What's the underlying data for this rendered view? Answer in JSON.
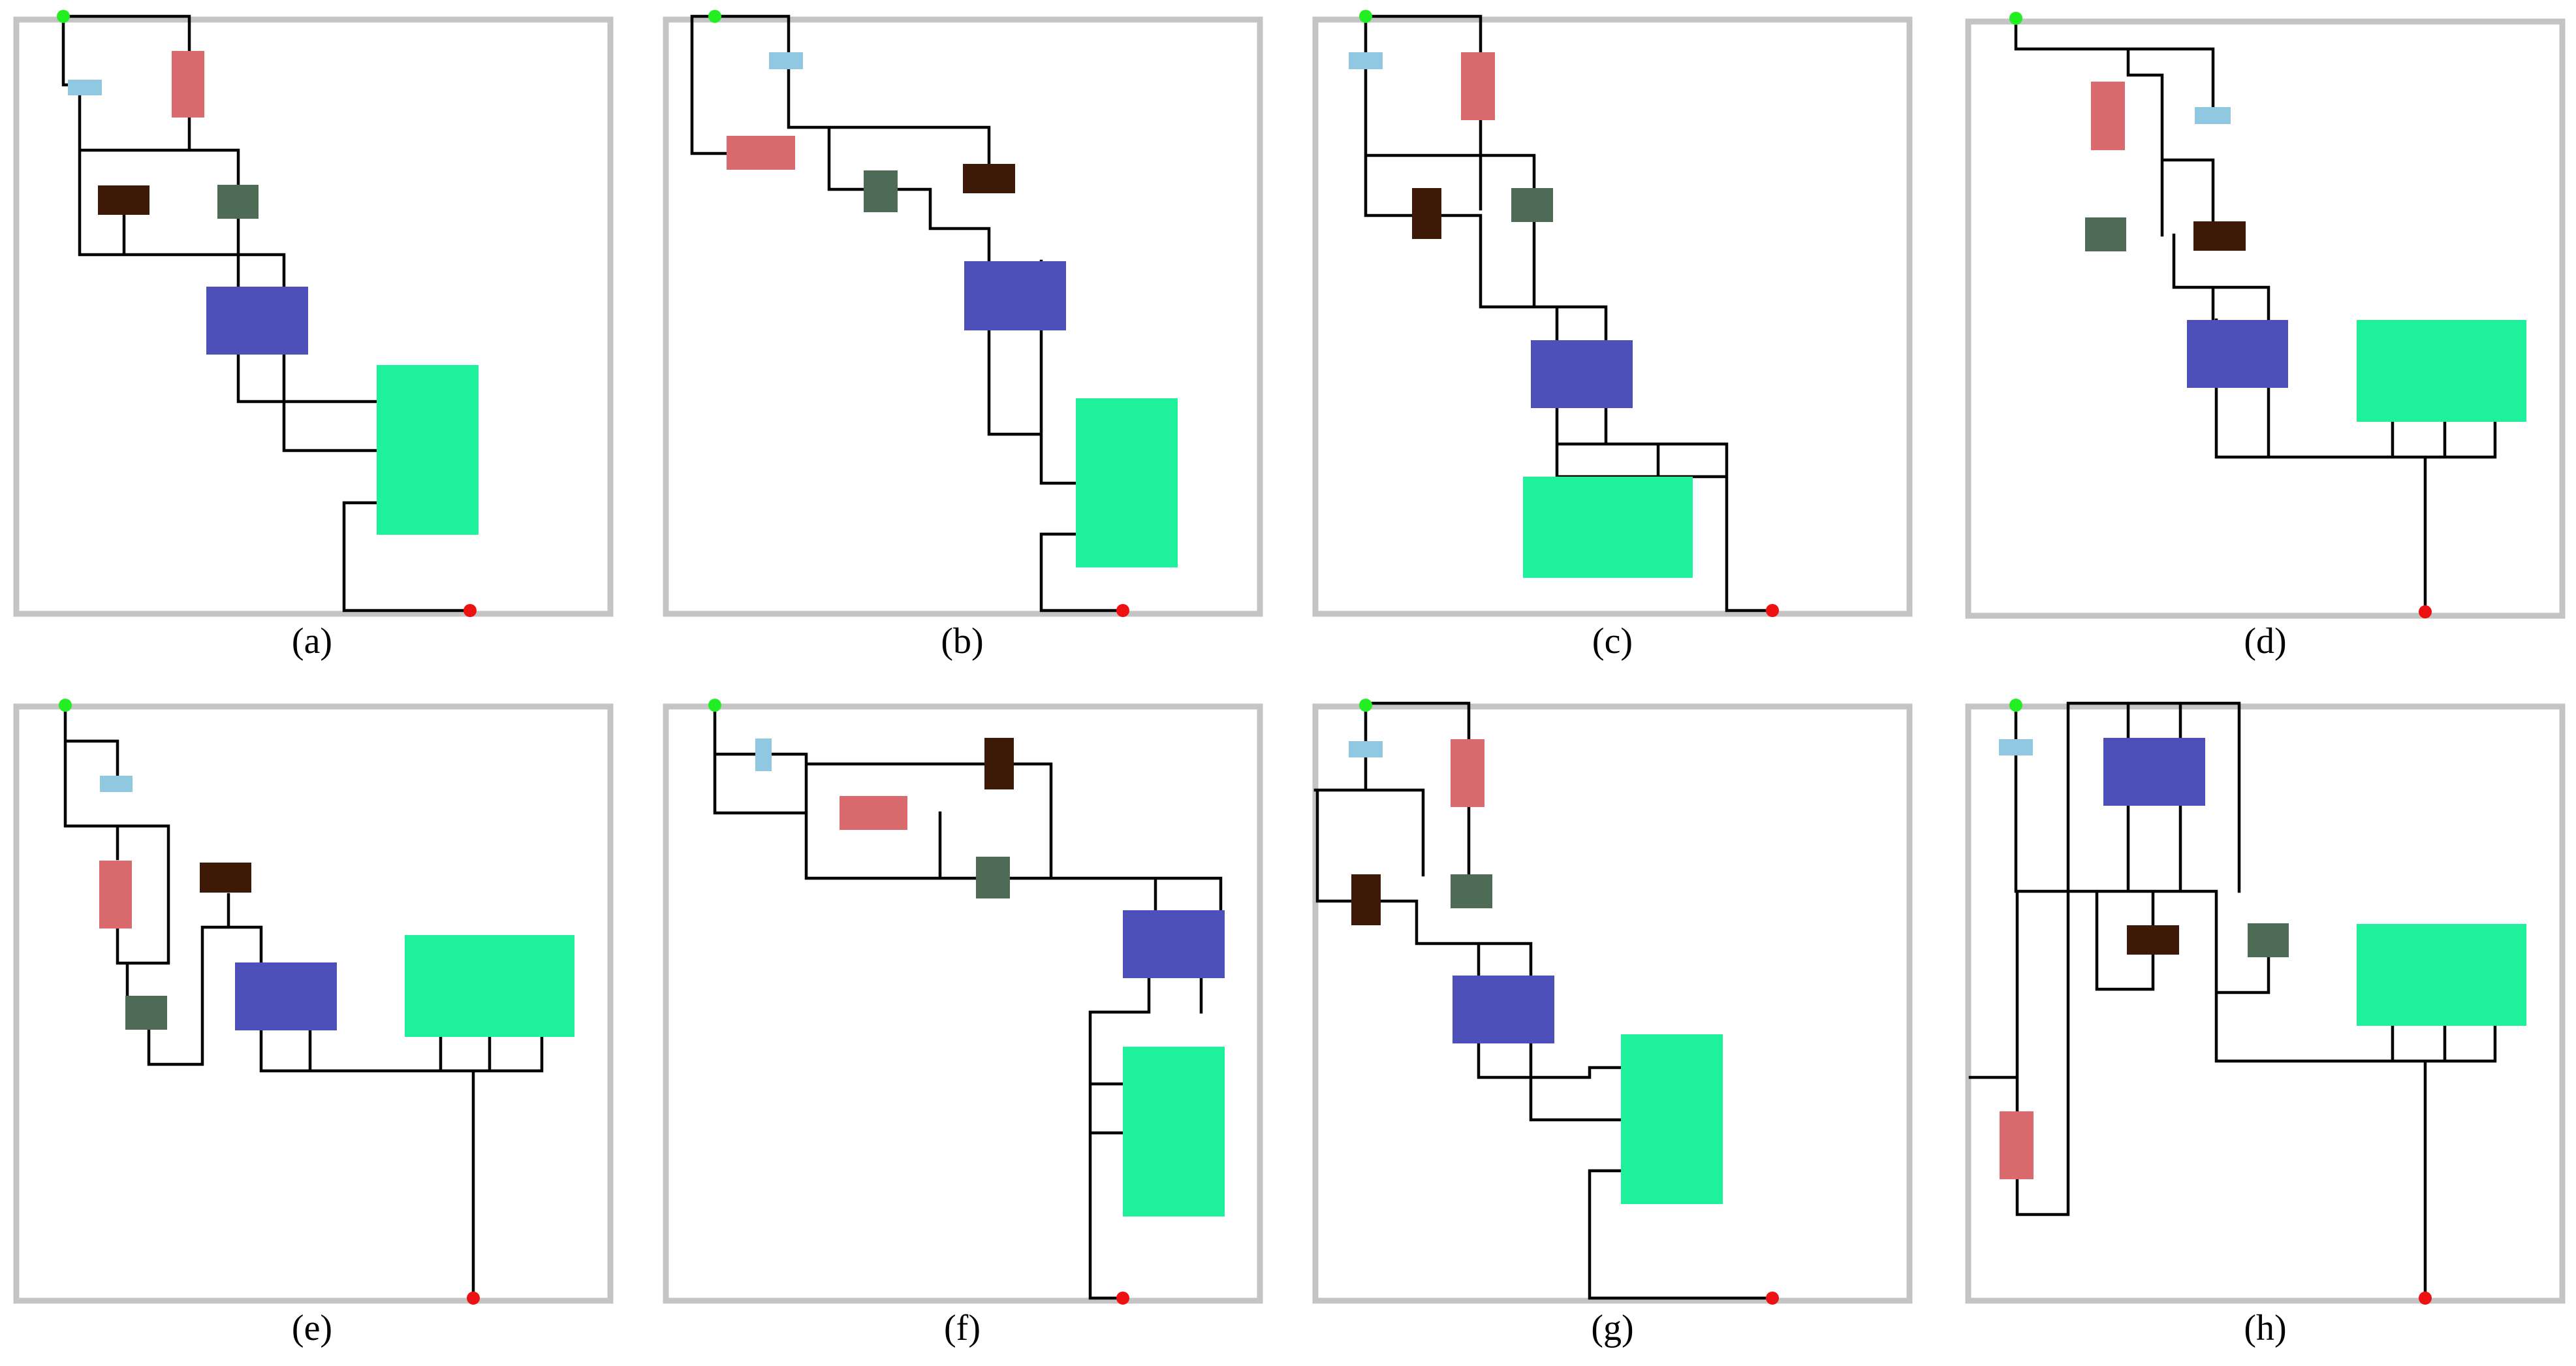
{
  "figure": {
    "panel_labels": [
      "(a)",
      "(b)",
      "(c)",
      "(d)",
      "(e)",
      "(f)",
      "(g)",
      "(h)"
    ]
  },
  "colors": {
    "frame": "#c4c4c4",
    "wire": "#000000",
    "start_terminal": "#22ee22",
    "end_terminal": "#ee1111",
    "block_light_blue": "#8fc8e0",
    "block_pink": "#d96a6e",
    "block_dark_brown": "#3d1a08",
    "block_dark_green": "#4e6b55",
    "block_blue": "#4c50b8",
    "block_mint": "#1ef09c"
  }
}
